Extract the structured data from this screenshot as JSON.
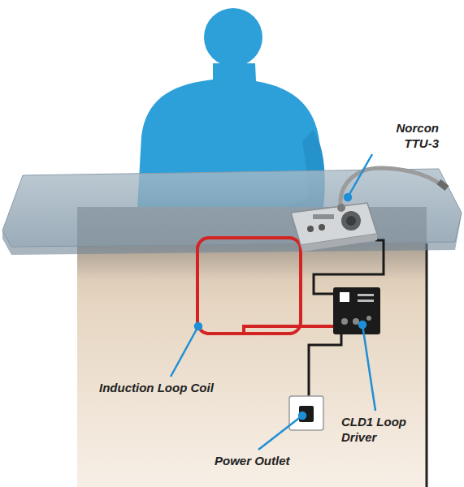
{
  "diagram": {
    "labels": [
      "Norcon TTU-3",
      "Induction Loop Coil",
      "CLD1 Loop Driver",
      "Power Outlet"
    ]
  }
}
